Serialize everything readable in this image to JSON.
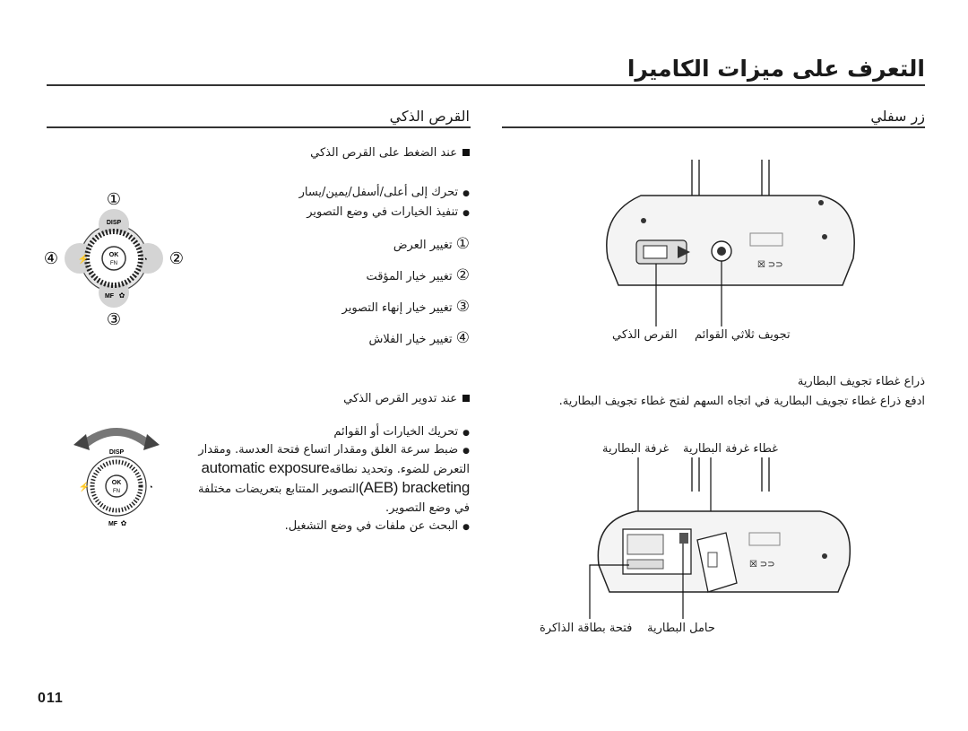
{
  "page": {
    "title": "التعرف على ميزات الكاميرا",
    "number": "011"
  },
  "right_section": {
    "heading": "زر سفلي",
    "photo1_labels": {
      "tripod": "تجويف ثلاثي القوائم",
      "smart_dial": "القرص الذكي"
    },
    "battery_latch_title": "ذراع غطاء تجويف البطارية",
    "battery_latch_desc": "ادفع ذراع غطاء تجويف البطارية في اتجاه السهم لفتح غطاء تجويف البطارية.",
    "photo2_top_labels": {
      "battery_cover": "غطاء غرفة البطارية",
      "battery_chamber": "غرفة البطارية"
    },
    "photo2_bottom_labels": {
      "battery_holder": "حامل البطارية",
      "card_slot": "فتحة بطاقة الذاكرة"
    }
  },
  "left_section": {
    "heading": "القرص الذكي",
    "press_title": "عند الضغط على القرص الذكي",
    "press_items": [
      "تحرك إلى أعلى/أسفل/يمين/يسار",
      "تنفيذ الخيارات في وضع التصوير"
    ],
    "numbered": [
      {
        "num": "①",
        "text": "تغيير العرض"
      },
      {
        "num": "②",
        "text": "تغيير خيار المؤقت"
      },
      {
        "num": "③",
        "text": "تغيير خيار إنهاء التصوير"
      },
      {
        "num": "④",
        "text": "تغيير خيار الفلاش"
      }
    ],
    "rotate_title": "عند تدوير القرص الذكي",
    "rotate_items": [
      "تحريك الخيارات أو القوائم"
    ],
    "aeb_line1": "ضبط سرعة الغلق ومقدار اتساع فتحة العدسة. ومقدار",
    "aeb_line2_ar": "التعرض للضوء. وتحديد نطاقه",
    "aeb_line2_latin": "automatic exposure",
    "aeb_line3_ar": "التصوير المتتابع بتعريضات مختلفة",
    "aeb_line3_latin": "(AEB) bracketing",
    "aeb_line4": "في وضع التصوير.",
    "search_item": "البحث عن ملفات في وضع التشغيل."
  },
  "dial_labels": {
    "circle1": "①",
    "circle2": "②",
    "circle3": "③",
    "circle4": "④",
    "disp": "DISP",
    "ok": "OK",
    "fn": "FN",
    "mf": "MF"
  }
}
